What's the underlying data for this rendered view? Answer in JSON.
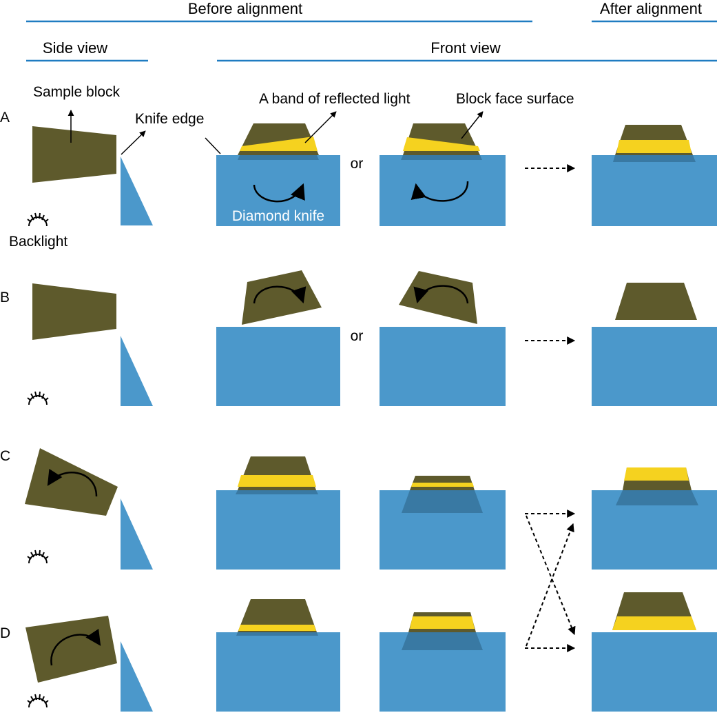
{
  "headers": {
    "before": "Before alignment",
    "after": "After alignment",
    "side_view": "Side view",
    "front_view": "Front view"
  },
  "rows": {
    "a": "A",
    "b": "B",
    "c": "C",
    "d": "D"
  },
  "annotations": {
    "sample_block": "Sample block",
    "knife_edge": "Knife edge",
    "reflected_band": "A band of reflected light",
    "block_face_surface": "Block face surface",
    "diamond_knife": "Diamond knife",
    "backlight": "Backlight",
    "or_a": "or",
    "or_b": "or"
  },
  "colors": {
    "header_line": "#1f7cc1",
    "block": "#5e5a2c",
    "knife": "#4b98cb",
    "knife_overlap": "#3979a3",
    "reflected_light": "#f5d21f",
    "arrow": "#000000"
  },
  "icons": {
    "backlight": "backlight-icon",
    "rotation_arrow": "curved-arrow-icon",
    "transition_arrow": "dashed-arrow-icon"
  }
}
